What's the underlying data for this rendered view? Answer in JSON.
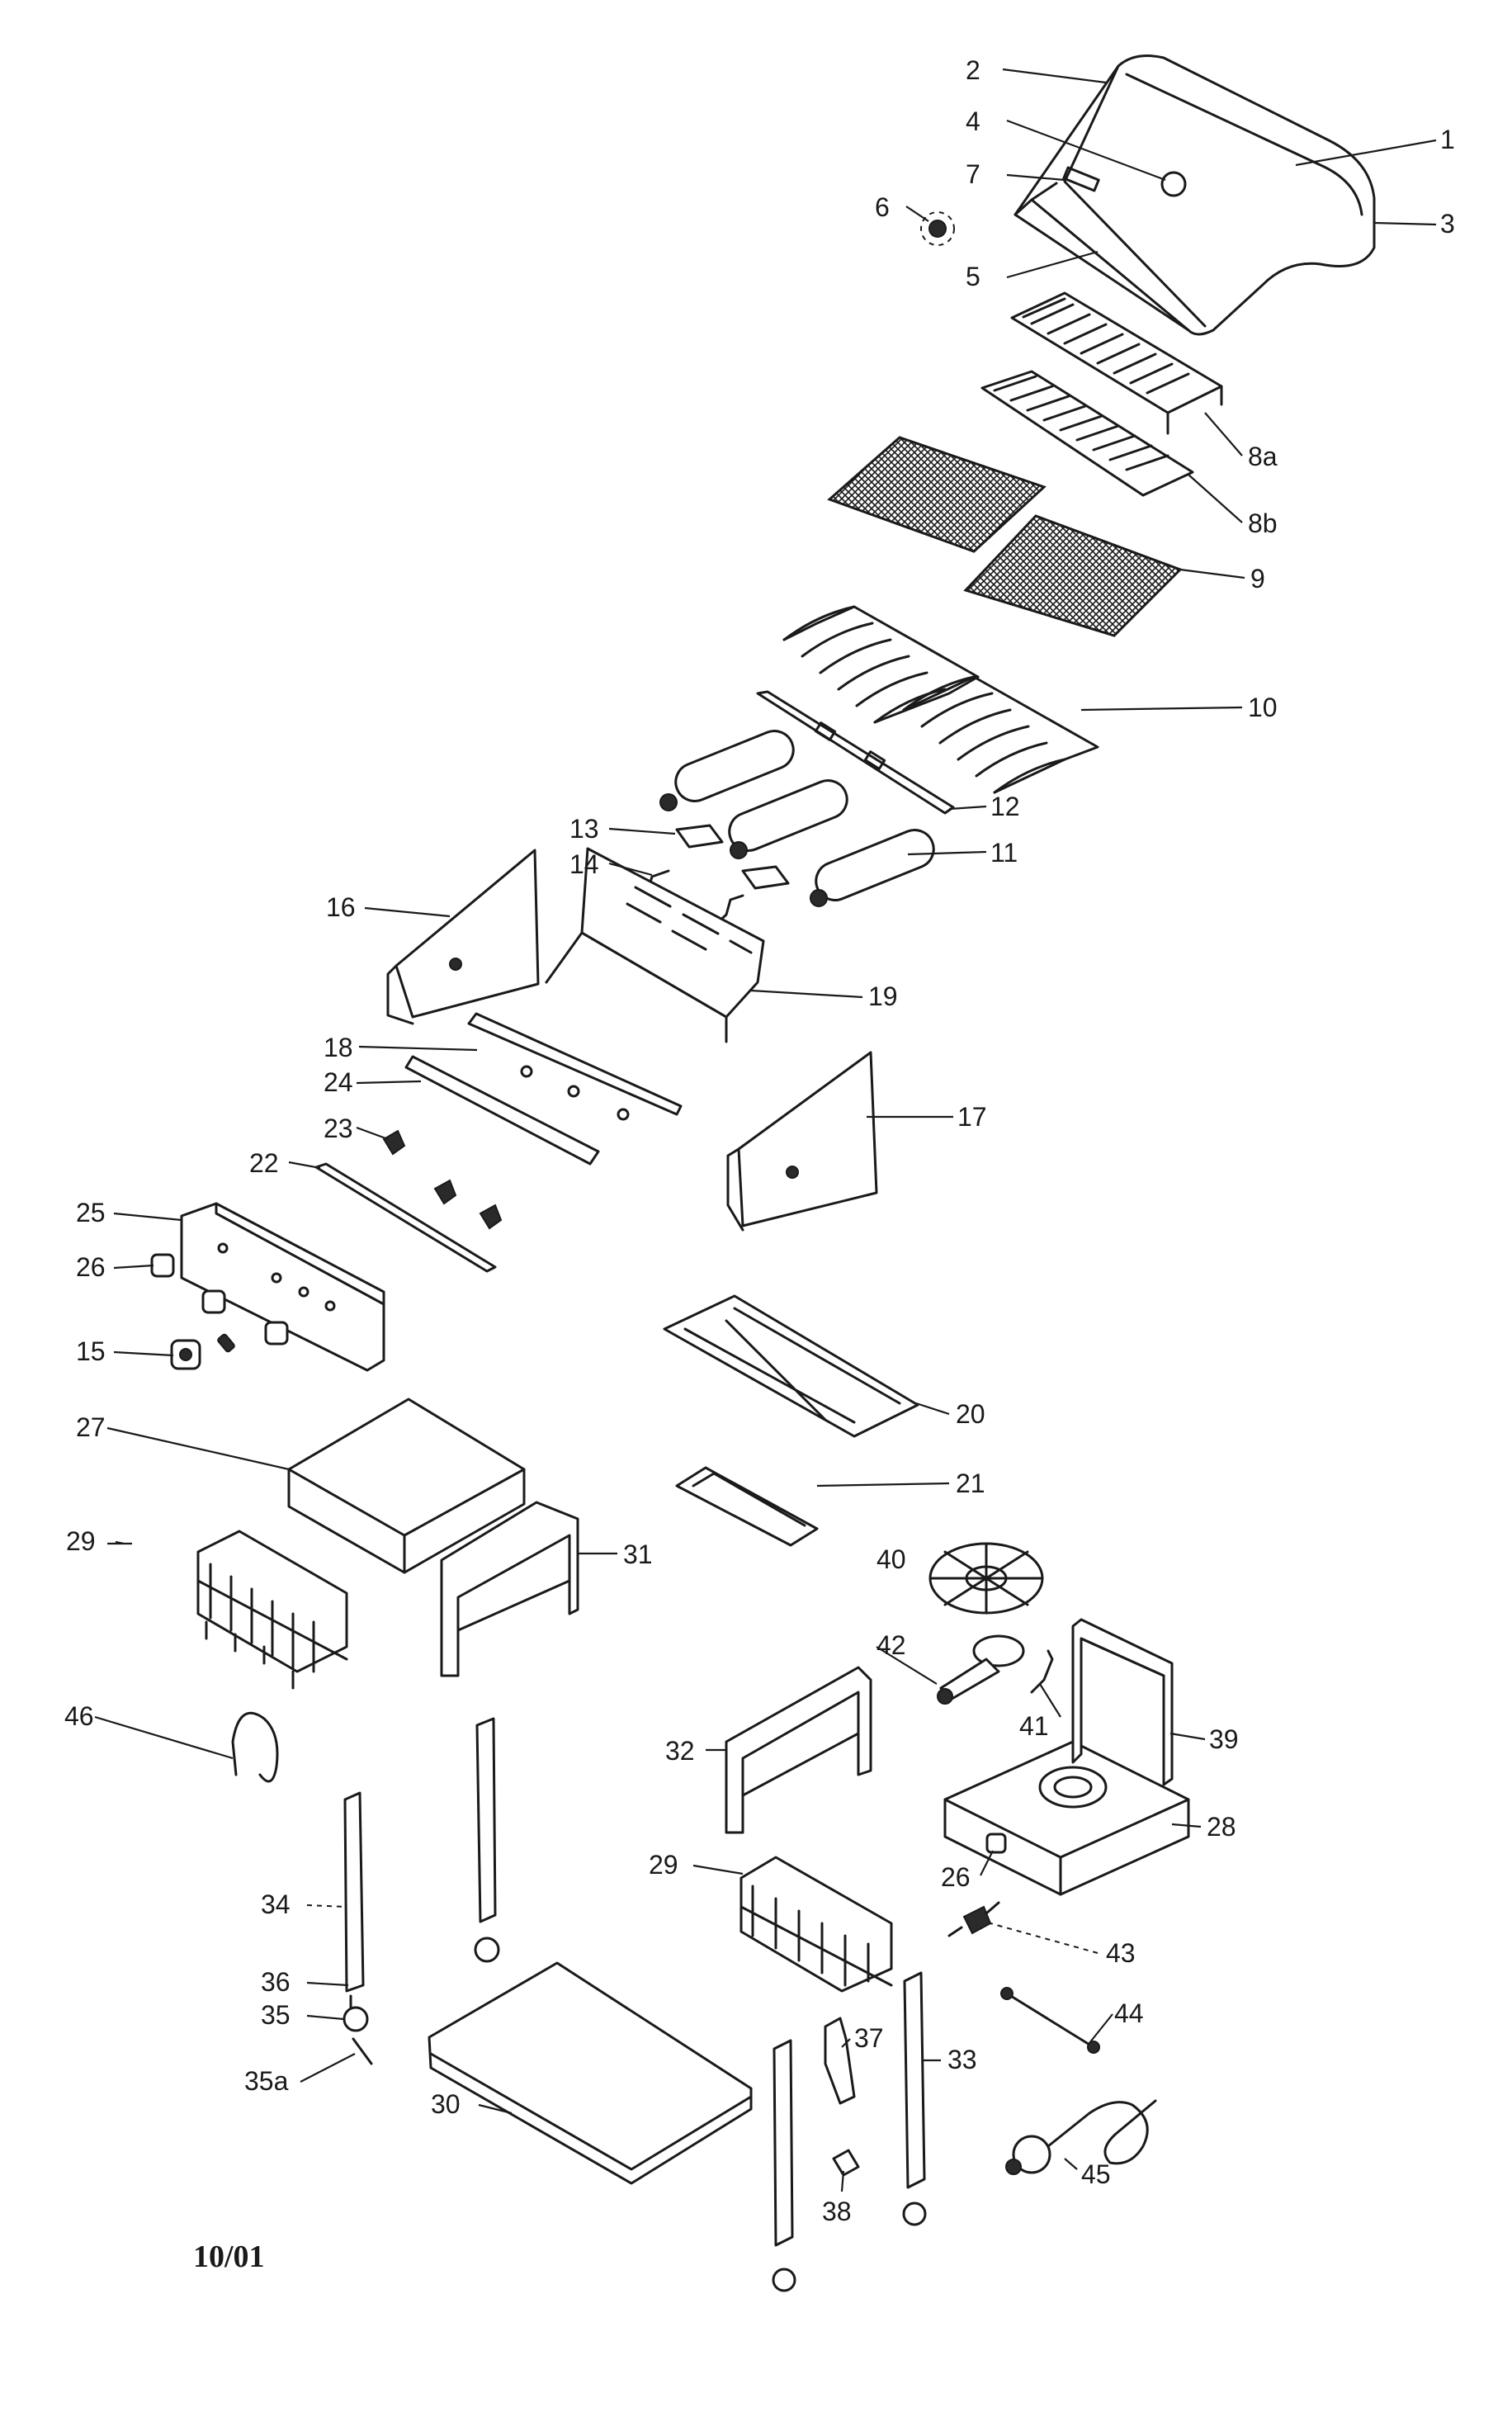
{
  "date_code": "10/01",
  "callouts": {
    "c1": "1",
    "c2": "2",
    "c3": "3",
    "c4": "4",
    "c5": "5",
    "c6": "6",
    "c7": "7",
    "c8a": "8a",
    "c8b": "8b",
    "c9": "9",
    "c10": "10",
    "c11": "11",
    "c12": "12",
    "c13": "13",
    "c14": "14",
    "c15": "15",
    "c16": "16",
    "c17": "17",
    "c18": "18",
    "c19": "19",
    "c20": "20",
    "c21": "21",
    "c22": "22",
    "c23": "23",
    "c24": "24",
    "c25": "25",
    "c26a": "26",
    "c26b": "26",
    "c27": "27",
    "c28": "28",
    "c29a": "29",
    "c29b": "29",
    "c30": "30",
    "c31": "31",
    "c32": "32",
    "c33": "33",
    "c34": "34",
    "c35": "35",
    "c35a": "35a",
    "c36": "36",
    "c37": "37",
    "c38": "38",
    "c39": "39",
    "c40": "40",
    "c41": "41",
    "c42": "42",
    "c43": "43",
    "c44": "44",
    "c45": "45",
    "c46": "46"
  }
}
